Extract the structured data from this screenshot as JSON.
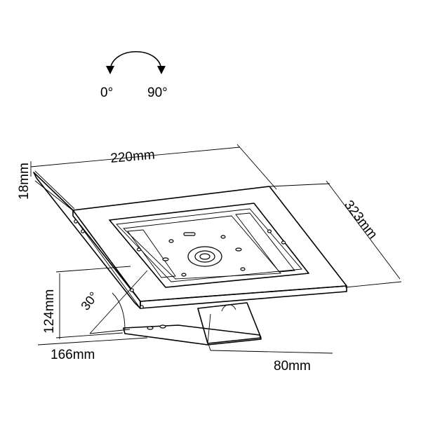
{
  "rotation": {
    "left_label": "0°",
    "right_label": "90°"
  },
  "dimensions": {
    "width": "220mm",
    "depth": "18mm",
    "height": "323mm",
    "stand_height": "124mm",
    "tilt_angle": "30°",
    "base_length": "166mm",
    "base_width": "80mm"
  },
  "colors": {
    "line": "#000000",
    "background": "#ffffff"
  }
}
